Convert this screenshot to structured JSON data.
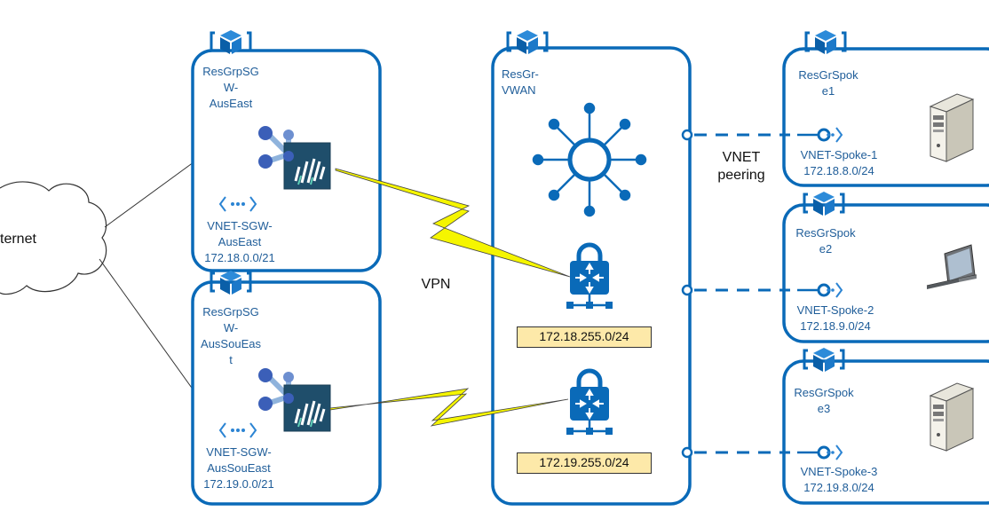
{
  "internet": {
    "label": "ternet"
  },
  "resource_groups": {
    "sgw_auseast": {
      "name_lines": [
        "ResGrpSG",
        "W-",
        "AusEast"
      ],
      "vnet_lines": [
        "VNET-SGW-",
        "AusEast",
        "172.18.0.0/21"
      ]
    },
    "sgw_aussoueast": {
      "name_lines": [
        "ResGrpSG",
        "W-",
        "AusSouEas",
        "t"
      ],
      "vnet_lines": [
        "VNET-SGW-",
        "AusSouEast",
        "172.19.0.0/21"
      ]
    },
    "vwan": {
      "name_lines": [
        "ResGr-",
        "VWAN"
      ]
    },
    "spoke1": {
      "name_lines": [
        "ResGrSpok",
        "e1"
      ],
      "vnet_lines": [
        "VNET-Spoke-1",
        "172.18.8.0/24"
      ]
    },
    "spoke2": {
      "name_lines": [
        "ResGrSpok",
        "e2"
      ],
      "vnet_lines": [
        "VNET-Spoke-2",
        "172.18.9.0/24"
      ]
    },
    "spoke3": {
      "name_lines": [
        "ResGrSpok",
        "e3"
      ],
      "vnet_lines": [
        "VNET-Spoke-3",
        "172.19.8.0/24"
      ]
    }
  },
  "gateway_subnets": [
    "172.18.255.0/24",
    "172.19.255.0/24"
  ],
  "labels": {
    "vpn": "VPN",
    "peering_lines": [
      "VNET",
      "peering"
    ]
  },
  "colors": {
    "azure_blue": "#0a6ab8",
    "label_blue": "#1f5d99",
    "subnet_fill": "#fde9a9",
    "vpn_bolt": "#f5f500"
  },
  "icons": [
    "resource-group-icon",
    "cloud-icon",
    "firewall-vm-icon",
    "vnet-icon",
    "virtual-hub-icon",
    "vpn-gateway-icon",
    "server-icon",
    "laptop-icon"
  ]
}
